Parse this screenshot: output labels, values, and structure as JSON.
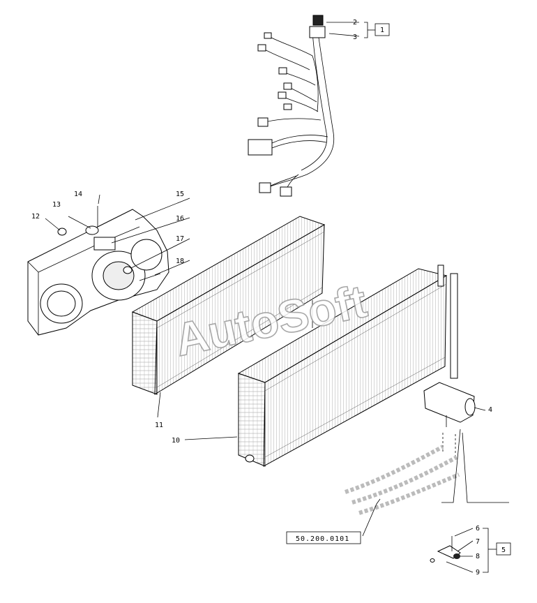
{
  "callouts": {
    "c1": "1",
    "c2": "2",
    "c3": "3",
    "c4": "4",
    "c5": "5",
    "c6": "6",
    "c7": "7",
    "c8": "8",
    "c9": "9",
    "c10": "10",
    "c11": "11",
    "c12": "12",
    "c13": "13",
    "c14": "14",
    "c15": "15",
    "c16": "16",
    "c17": "17",
    "c18": "18"
  },
  "reference_box": "50.200.0101",
  "watermark": "AutoSoft"
}
